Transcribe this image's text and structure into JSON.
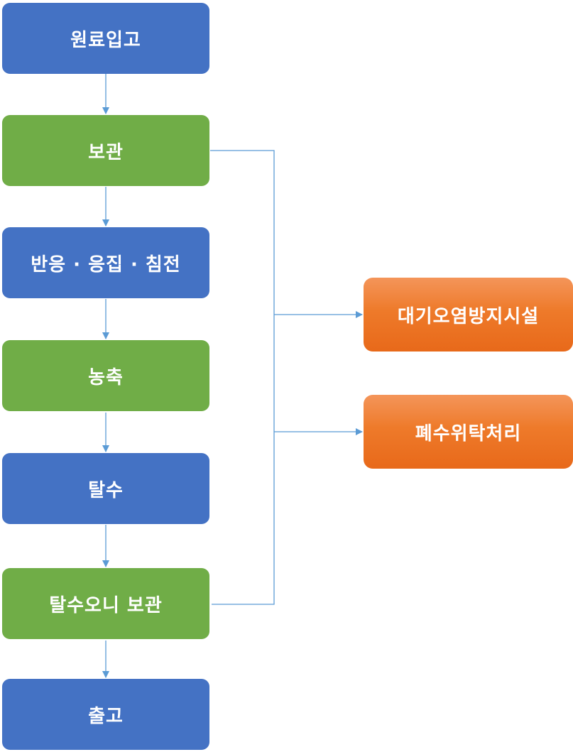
{
  "steps": [
    {
      "label": "원료입고",
      "color": "#4472c4"
    },
    {
      "label": "보관",
      "color": "#70ad47"
    },
    {
      "label": "반응 · 응집 · 침전",
      "color": "#4472c4"
    },
    {
      "label": "농축",
      "color": "#70ad47"
    },
    {
      "label": "탈수",
      "color": "#4472c4"
    },
    {
      "label": "탈수오니 보관",
      "color": "#70ad47"
    },
    {
      "label": "출고",
      "color": "#4472c4"
    }
  ],
  "outputs": [
    {
      "label": "대기오염방지시설",
      "color": "#ee7a2a"
    },
    {
      "label": "폐수위탁처리",
      "color": "#ee7a2a"
    }
  ],
  "connector_color": "#5b9bd5"
}
